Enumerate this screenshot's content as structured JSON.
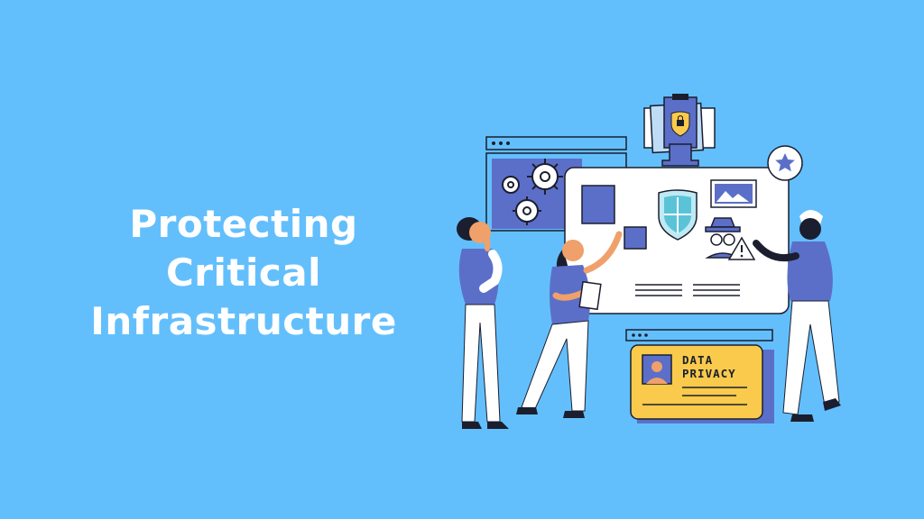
{
  "headline": {
    "lines": [
      "Protecting",
      "Critical",
      "Infrastructure"
    ]
  },
  "id_card": {
    "line1": "DATA",
    "line2": "PRIVACY"
  },
  "colors": {
    "background": "#63bffc",
    "accent_purple": "#5b6fc9",
    "navy": "#1b1e2e",
    "card_yellow": "#f9ca4b",
    "shield_teal": "#5bc3d8",
    "skin_orange": "#f0a06a"
  },
  "icons": [
    "gear-icon",
    "shield-icon",
    "image-icon",
    "spy-icon",
    "warning-icon",
    "star-icon",
    "user-avatar-icon",
    "lock-icon"
  ]
}
